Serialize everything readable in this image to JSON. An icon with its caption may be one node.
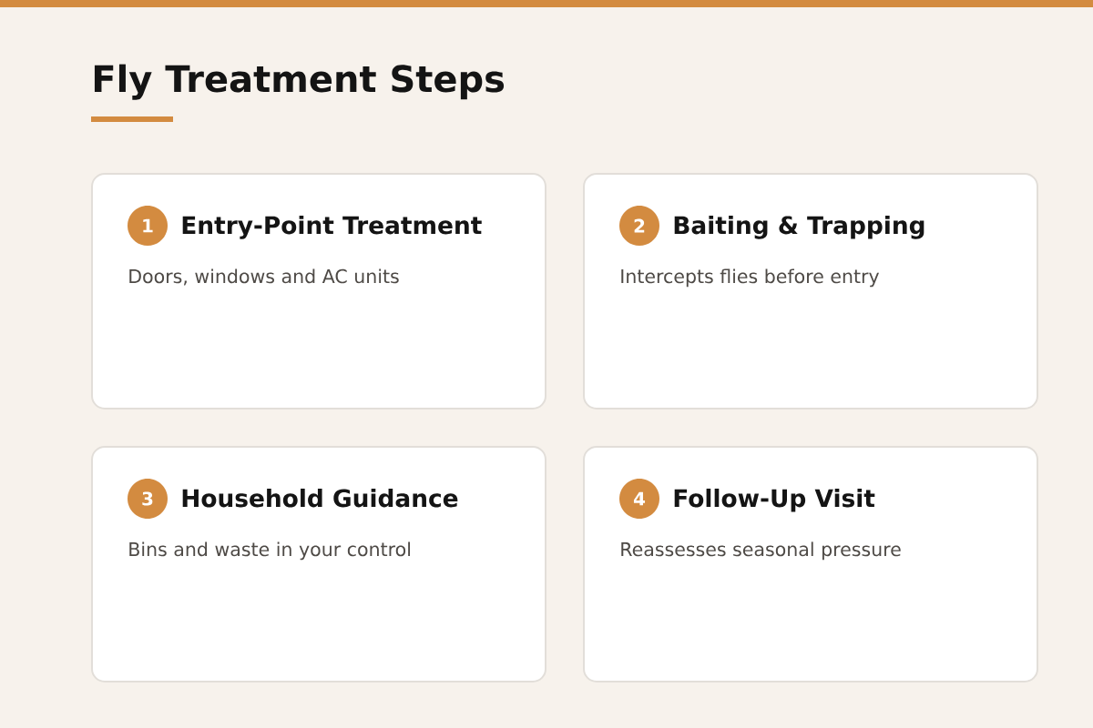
{
  "diagram": {
    "title": "Fly Treatment Steps",
    "nodes": [
      {
        "text": [
          "Entry-Point Treatment",
          "Doors, windows and AC units"
        ]
      },
      {
        "text": [
          "1"
        ],
        "in": 0
      },
      {
        "text": [
          "Baiting & Trapping",
          "Intercepts flies before entry"
        ]
      },
      {
        "text": [
          "2"
        ],
        "in": 2
      },
      {
        "text": [
          "Household Guidance",
          "Bins and waste in your control"
        ]
      },
      {
        "text": [
          "3"
        ],
        "in": 4
      },
      {
        "text": [
          "Follow-Up Visit",
          "Reassesses seasonal pressure"
        ]
      },
      {
        "text": [
          "4"
        ],
        "in": 6
      }
    ]
  }
}
